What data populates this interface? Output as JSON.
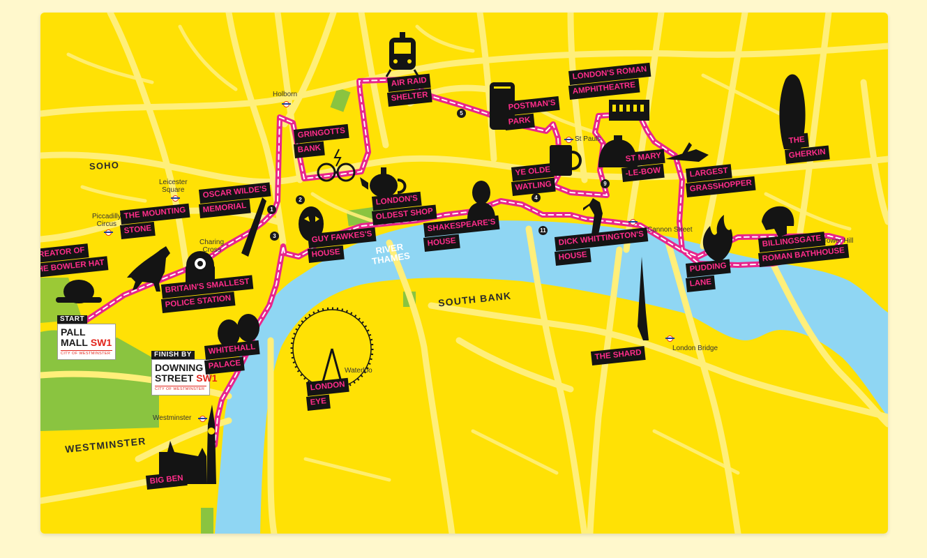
{
  "colors": {
    "page_background": "#fff8cc",
    "land": "#ffe105",
    "roads": "#ffef7a",
    "river": "#8fd6f3",
    "parks": "#8ac440",
    "route": "#e8258c",
    "label_background": "#141414",
    "label_text": "#ff2d8a"
  },
  "areas": {
    "soho": "SOHO",
    "south_bank": "SOUTH BANK",
    "westminster": "WESTMINSTER",
    "river_thames_line1": "RIVER",
    "river_thames_line2": "THAMES"
  },
  "places": {
    "holborn": "Holborn",
    "leicester_square_line1": "Leicester",
    "leicester_square_line2": "Square",
    "piccadilly_circus_line1": "Piccadilly",
    "piccadilly_circus_line2": "Circus",
    "charing_cross_line1": "Charing",
    "charing_cross_line2": "Cross",
    "st_pauls": "St Pauls",
    "cannon_street": "Cannon Street",
    "tower_hill": "Tower Hill",
    "london_bridge": "London Bridge",
    "waterloo": "Waterloo",
    "westminster": "Westminster"
  },
  "signs": {
    "start": {
      "tag": "START",
      "line1": "PALL",
      "line2": "MALL",
      "postcode": "SW1",
      "city": "CITY OF WESTMINSTER"
    },
    "finish": {
      "tag": "FINISH BY",
      "line1": "DOWNING",
      "line2": "STREET",
      "postcode": "SW1",
      "city": "CITY OF WESTMINSTER"
    }
  },
  "stops": [
    "1",
    "2",
    "3",
    "4",
    "5",
    "9",
    "11"
  ],
  "landmarks": {
    "bowler_hat": [
      "CREATOR OF",
      "THE BOWLER HAT"
    ],
    "mounting_stone": [
      "THE MOUNTING",
      "STONE"
    ],
    "oscar_wilde": [
      "OSCAR WILDE'S",
      "MEMORIAL"
    ],
    "police_station": [
      "BRITAIN'S SMALLEST",
      "POLICE STATION"
    ],
    "gringotts": [
      "GRINGOTTS",
      "BANK"
    ],
    "air_raid": [
      "AIR RAID",
      "SHELTER"
    ],
    "guy_fawkes": [
      "GUY FAWKES'S",
      "HOUSE"
    ],
    "oldest_shop": [
      "LONDON'S",
      "OLDEST SHOP"
    ],
    "shakespeare": [
      "SHAKESPEARE'S",
      "HOUSE"
    ],
    "postmans_park": [
      "POSTMAN'S",
      "PARK"
    ],
    "amphitheatre": [
      "LONDON'S ROMAN",
      "AMPHITHEATRE"
    ],
    "ye_olde": [
      "YE OLDE",
      "WATLING"
    ],
    "st_mary": [
      "ST MARY",
      "-LE-BOW"
    ],
    "grasshopper": [
      "LARGEST",
      "GRASSHOPPER"
    ],
    "gherkin": [
      "THE",
      "GHERKIN"
    ],
    "whittington": [
      "DICK WHITTINGTON'S",
      "HOUSE"
    ],
    "pudding_lane": [
      "PUDDING",
      "LANE"
    ],
    "billingsgate": [
      "BILLINGSGATE",
      "ROMAN BATHHOUSE"
    ],
    "whitehall": [
      "WHITEHALL",
      "PALACE"
    ],
    "london_eye": [
      "LONDON",
      "EYE"
    ],
    "shard": [
      "THE SHARD"
    ],
    "big_ben": [
      "BIG BEN"
    ]
  }
}
